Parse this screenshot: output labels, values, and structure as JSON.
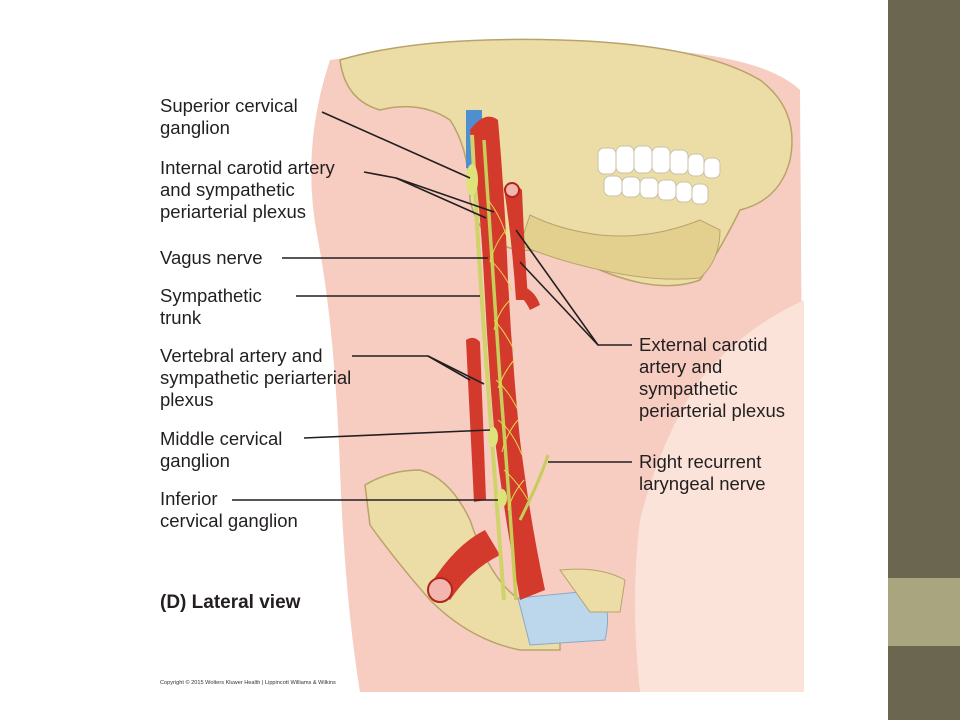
{
  "colors": {
    "sidebar_dark": "#6b6650",
    "sidebar_light": "#a9a57f",
    "skin": "#f6cdc0",
    "bone": "#ecdda6",
    "artery": "#d33a2c",
    "vein": "#4f8fd0",
    "nerve": "#cfd36a",
    "cartilage": "#bcd6ec"
  },
  "labels_left": [
    {
      "lines": [
        "Superior cervical",
        "ganglion"
      ]
    },
    {
      "lines": [
        "Internal carotid artery",
        "and sympathetic",
        "periarterial plexus"
      ]
    },
    {
      "lines": [
        "Vagus nerve"
      ]
    },
    {
      "lines": [
        "Sympathetic",
        "trunk"
      ]
    },
    {
      "lines": [
        "Vertebral artery and",
        "sympathetic periarterial",
        "plexus"
      ]
    },
    {
      "lines": [
        "Middle cervical",
        "ganglion"
      ]
    },
    {
      "lines": [
        "Inferior",
        "cervical ganglion"
      ]
    }
  ],
  "labels_right": [
    {
      "lines": [
        "External carotid",
        "artery and",
        "sympathetic",
        "periarterial plexus"
      ]
    },
    {
      "lines": [
        "Right recurrent",
        "laryngeal nerve"
      ]
    }
  ],
  "view_title": "(D) Lateral view",
  "copyright": "Copyright © 2015 Wolters Kluwer Health | Lippincott Williams & Wilkins"
}
